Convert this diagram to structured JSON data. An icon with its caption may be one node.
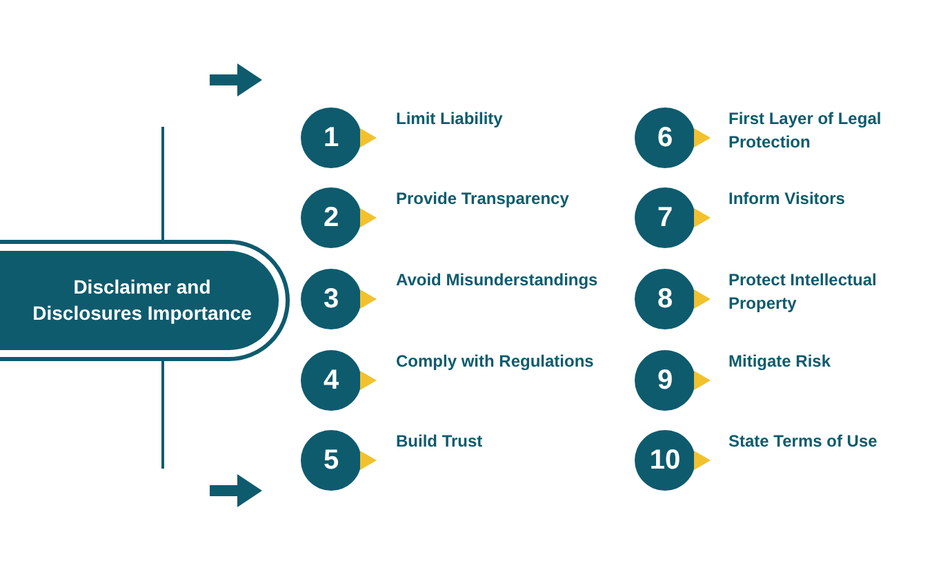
{
  "diagram": {
    "nodes": [
      {
        "text": [
          "Disclaimer and Disclosures Importance"
        ]
      },
      {
        "text": [
          "1"
        ],
        "beside": [
          "Limit Liability"
        ]
      },
      {
        "text": [
          "2"
        ],
        "beside": [
          "Provide Transparency"
        ]
      },
      {
        "text": [
          "3"
        ],
        "beside": [
          "Avoid Misunderstandings"
        ]
      },
      {
        "text": [
          "4"
        ],
        "beside": [
          "Comply with Regulations"
        ]
      },
      {
        "text": [
          "5"
        ],
        "beside": [
          "Build Trust"
        ]
      },
      {
        "text": [
          "6"
        ],
        "beside": [
          "First Layer of Legal Protection"
        ]
      },
      {
        "text": [
          "7"
        ],
        "beside": [
          "Inform Visitors"
        ]
      },
      {
        "text": [
          "8"
        ],
        "beside": [
          "Protect Intellectual Property"
        ]
      },
      {
        "text": [
          "9"
        ],
        "beside": [
          "Mitigate Risk"
        ]
      },
      {
        "text": [
          "10"
        ],
        "beside": [
          "State Terms of Use"
        ]
      }
    ]
  }
}
